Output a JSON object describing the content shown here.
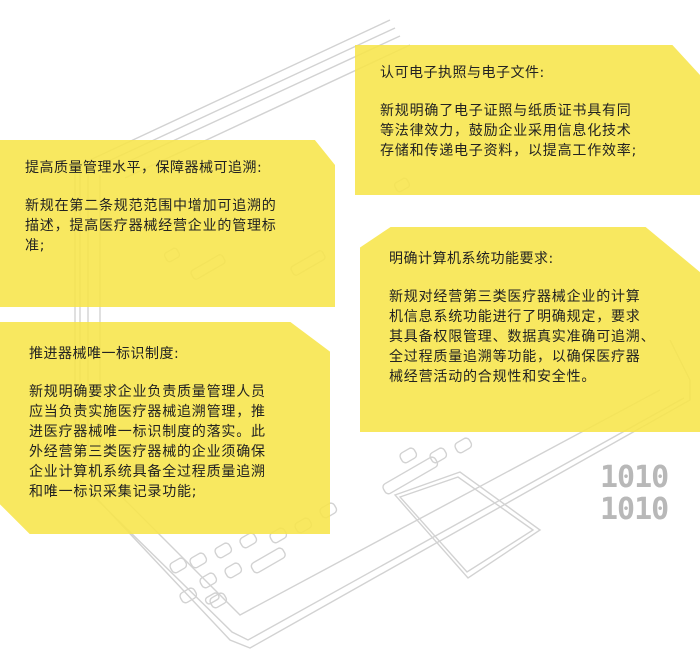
{
  "colors": {
    "card_yellow": "#f7e54a",
    "text": "#222222",
    "line_art": "#cfcfcf",
    "watermark": "#b8b8b8"
  },
  "cards": [
    {
      "id": "electronic-license",
      "title": "认可电子执照与电子文件:",
      "lines": [
        "新规明确了电子证照与纸质证书具有同",
        "等法律效力，鼓励企业采用信息化技术",
        "存储和传递电子资料，以提高工作效率;"
      ]
    },
    {
      "id": "quality-management",
      "title": "提高质量管理水平，保障器械可追溯:",
      "lines": [
        "新规在第二条规范范围中增加可追溯的",
        "描述，提高医疗器械经营企业的管理标",
        "准;"
      ]
    },
    {
      "id": "computer-system",
      "title": "明确计算机系统功能要求:",
      "lines": [
        "新规对经营第三类医疗器械企业的计算",
        "机信息系统功能进行了明确规定，要求",
        "其具备权限管理、数据真实准确可追溯、",
        "全过程质量追溯等功能，以确保医疗器",
        "械经营活动的合规性和安全性。"
      ]
    },
    {
      "id": "udi-system",
      "title": "推进器械唯一标识制度:",
      "lines": [
        "新规明确要求企业负责质量管理人员",
        "应当负责实施医疗器械追溯管理，推",
        "进医疗器械唯一标识制度的落实。此",
        "外经营第三类医疗器械的企业须确保",
        "企业计算机系统具备全过程质量追溯",
        "和唯一标识采集记录功能;"
      ]
    }
  ],
  "watermark": {
    "line1": "1010",
    "line2": "1010"
  },
  "illustration": {
    "icon": "laptop-line-art-icon"
  }
}
